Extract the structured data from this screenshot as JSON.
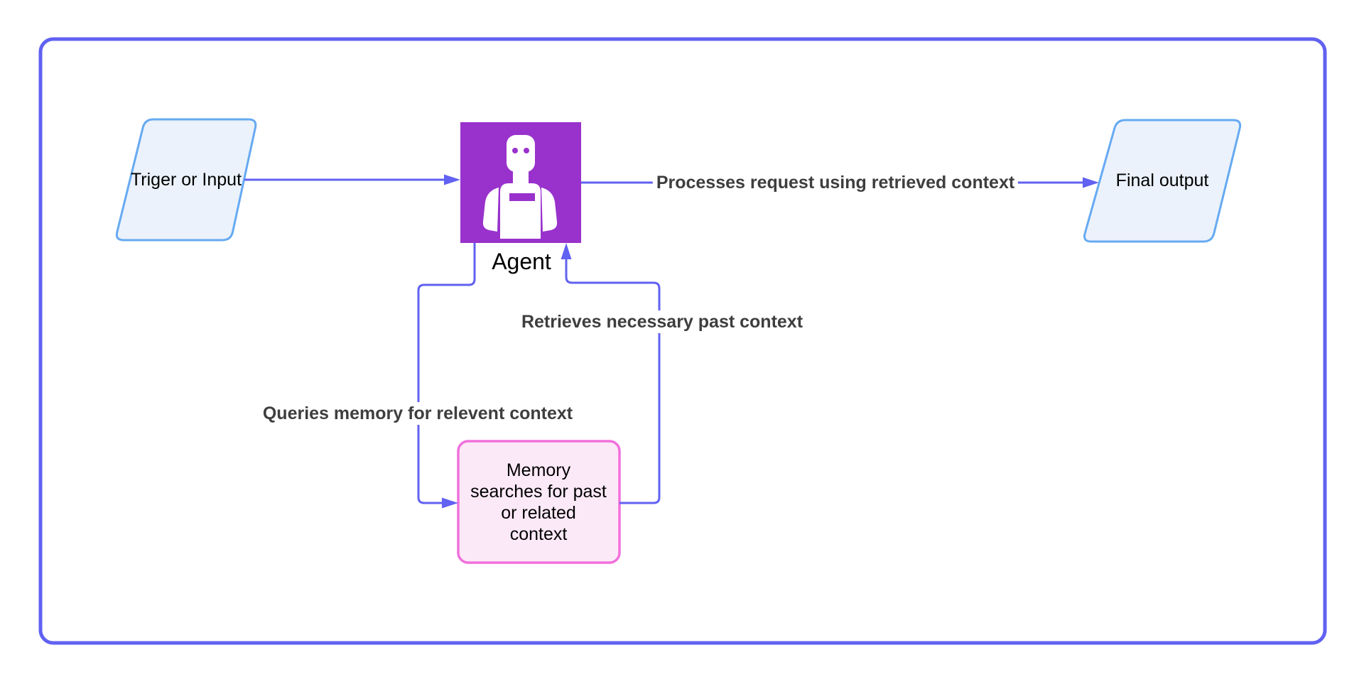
{
  "diagram": {
    "nodes": {
      "trigger": {
        "label": "Triger or Input",
        "shape": "parallelogram"
      },
      "agent": {
        "label": "Agent",
        "icon": "robot-icon"
      },
      "final": {
        "label": "Final output",
        "shape": "parallelogram"
      },
      "memory": {
        "label": "Memory searches for past or related context",
        "lines": [
          "Memory",
          "searches for past",
          "or related",
          "context"
        ],
        "shape": "rounded-rectangle"
      }
    },
    "edges": {
      "trigger_to_agent": {
        "label": ""
      },
      "agent_to_final": {
        "label": "Processes request using retrieved context"
      },
      "agent_to_memory": {
        "label": "Queries memory for relevent context"
      },
      "memory_to_agent": {
        "label": "Retrieves necessary past context"
      }
    },
    "colors": {
      "accent_border": "#6161f2",
      "edge_line": "#6161f2",
      "node_blue_border": "#66aaf2",
      "node_blue_fill": "#ebf2fb",
      "memory_pink_border": "#f170dc",
      "memory_pink_fill": "#fce9f8",
      "agent_purple": "#9932cc",
      "edge_label_text": "#3e3e3e"
    }
  }
}
